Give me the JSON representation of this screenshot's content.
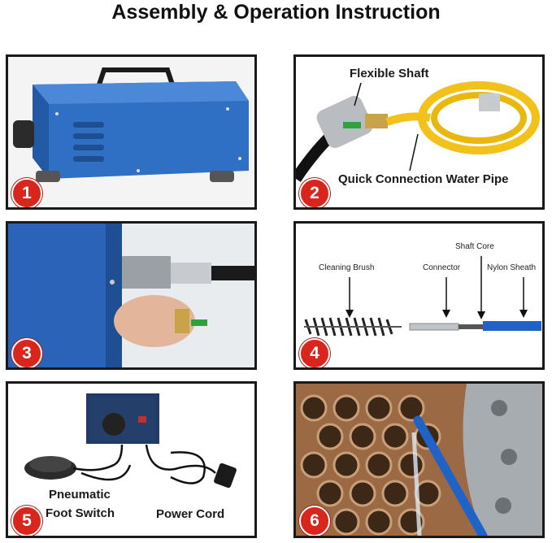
{
  "title": "Assembly & Operation Instruction",
  "panels": [
    {
      "number": "1"
    },
    {
      "number": "2",
      "labels": {
        "flexible_shaft": "Flexible Shaft",
        "water_pipe": "Quick Connection Water Pipe"
      }
    },
    {
      "number": "3"
    },
    {
      "number": "4",
      "labels": {
        "cleaning_brush": "Cleaning Brush",
        "connector": "Connector",
        "shaft_core": "Shaft Core",
        "nylon_sheath": "Nylon Sheath"
      }
    },
    {
      "number": "5",
      "labels": {
        "foot_switch_line1": "Pneumatic",
        "foot_switch_line2": "Foot Switch",
        "power_cord": "Power Cord"
      }
    },
    {
      "number": "6"
    }
  ],
  "colors": {
    "badge": "#d8261c",
    "machine_blue": "#2f6fc4",
    "hose_yellow": "#f2c21a",
    "tube_copper": "#9b6a45"
  }
}
